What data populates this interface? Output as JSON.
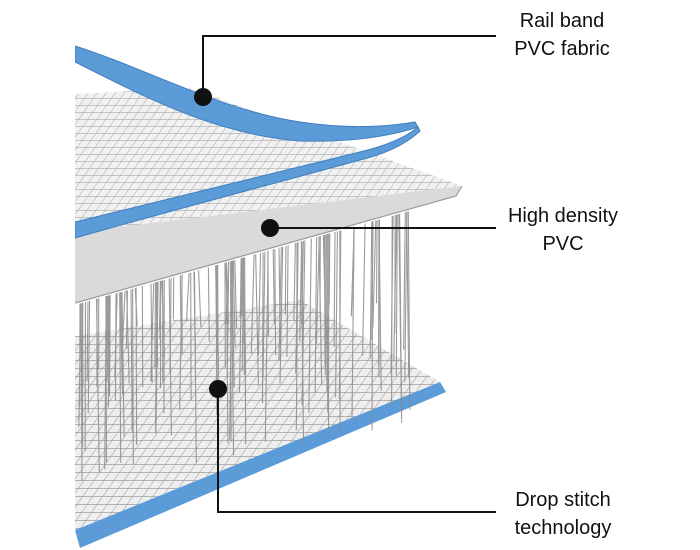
{
  "labels": {
    "rail_band": {
      "line1": "Rail band",
      "line2": "PVC fabric"
    },
    "high_density": {
      "line1": "High density",
      "line2": "PVC"
    },
    "drop_stitch": {
      "line1": "Drop stitch",
      "line2": "technology"
    }
  },
  "colors": {
    "rail_blue": "#5b9bd8",
    "rail_blue_dark": "#3f7fc0",
    "mesh_gray": "#9a9a9a",
    "panel_gray": "#ededed",
    "thread_gray": "#8c8c8c",
    "leader_line": "#111111"
  }
}
